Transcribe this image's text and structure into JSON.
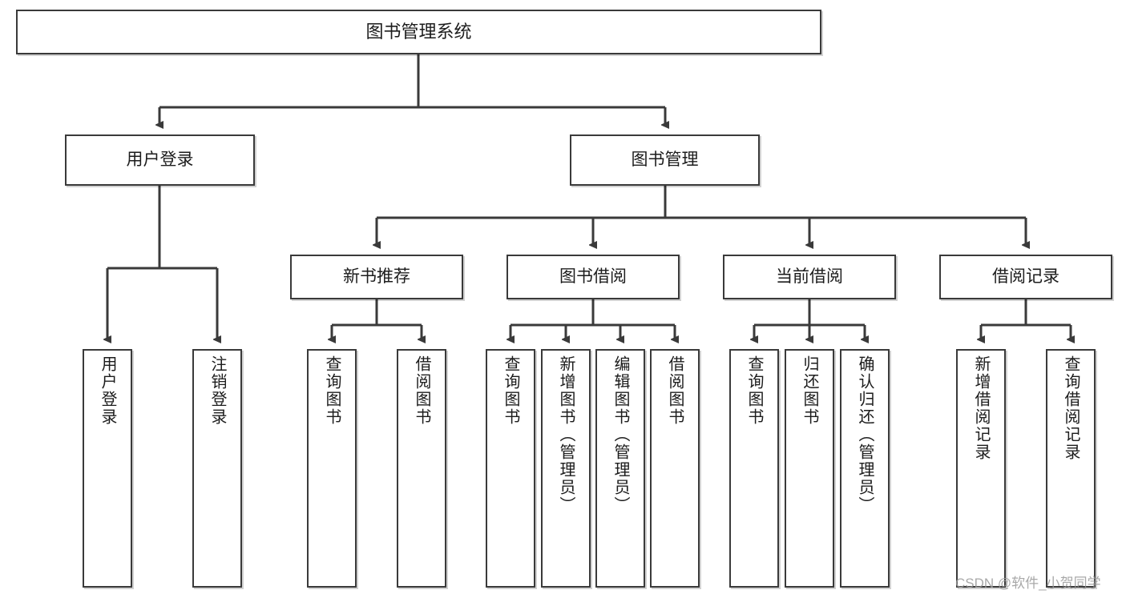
{
  "diagram": {
    "title": "图书管理系统",
    "type": "tree-hierarchy",
    "colors": {
      "stroke": "#3a3a3a",
      "box_fill": "#ffffff",
      "text": "#1c1c1c",
      "background": "#ffffff",
      "watermark": "#9a9a9a"
    },
    "root": {
      "label": "图书管理系统"
    },
    "level2": [
      {
        "label": "用户登录"
      },
      {
        "label": "图书管理"
      }
    ],
    "level3": [
      {
        "label": "新书推荐"
      },
      {
        "label": "图书借阅"
      },
      {
        "label": "当前借阅"
      },
      {
        "label": "借阅记录"
      }
    ],
    "leaves": {
      "user_login": [
        {
          "label": "用户登录"
        },
        {
          "label": "注销登录"
        }
      ],
      "new_book_recommend": [
        {
          "label": "查询图书"
        },
        {
          "label": "借阅图书"
        }
      ],
      "book_borrow": [
        {
          "label": "查询图书"
        },
        {
          "label": "新增图书（管理员）"
        },
        {
          "label": "编辑图书（管理员）"
        },
        {
          "label": "借阅图书"
        }
      ],
      "current_borrow": [
        {
          "label": "查询图书"
        },
        {
          "label": "归还图书"
        },
        {
          "label": "确认归还（管理员）"
        }
      ],
      "borrow_record": [
        {
          "label": "新增借阅记录"
        },
        {
          "label": "查询借阅记录"
        }
      ]
    },
    "watermark": "CSDN @软件_小贺同学"
  }
}
